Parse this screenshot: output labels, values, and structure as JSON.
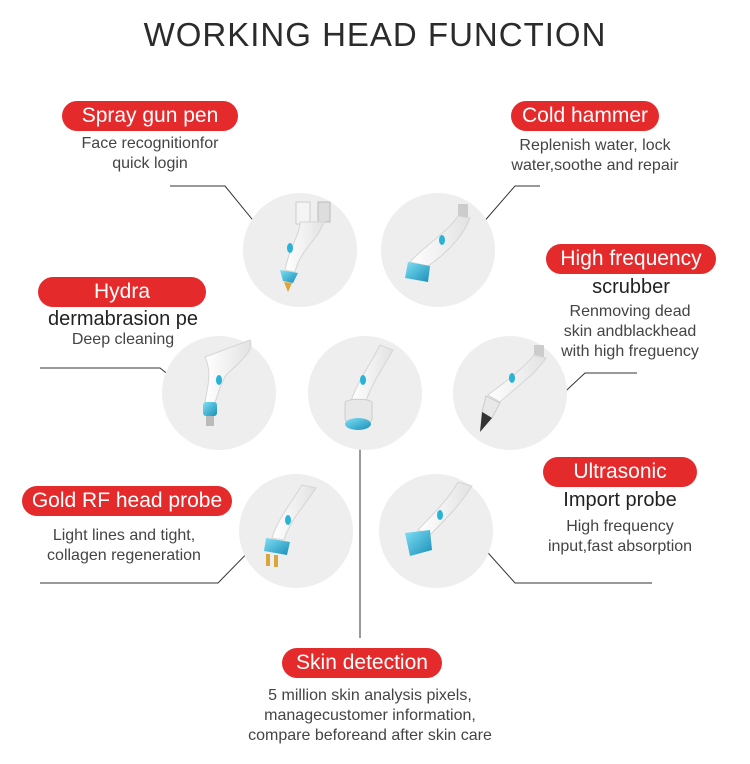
{
  "title": "WORKING HEAD FUNCTION",
  "colors": {
    "accent_red": "#e52a2c",
    "device_blue": "#2ab3d6",
    "circle_bg": "#eeeeee",
    "gold": "#d9a63b"
  },
  "items": [
    {
      "label": "Spray gun pen",
      "description": [
        "Face recognitionfor",
        "quick login"
      ]
    },
    {
      "label": "Cold hammer",
      "description": [
        "Replenish water, lock",
        "water,soothe and repair"
      ]
    },
    {
      "label": "High frequency",
      "subtitle": "scrubber",
      "description": [
        "Renmoving dead",
        "skin andblackhead",
        "with high freguency"
      ]
    },
    {
      "label": "Hydra",
      "subtitle": "dermabrasion pe",
      "description": [
        "Deep cleaning"
      ]
    },
    {
      "label": "Gold RF head probe",
      "description": [
        "Light lines and tight,",
        "collagen regeneration"
      ]
    },
    {
      "label": "Ultrasonic",
      "subtitle": "Import probe",
      "description": [
        "High frequency",
        "input,fast absorption"
      ]
    },
    {
      "label": "Skin detection",
      "description": [
        "5 million skin analysis pixels,",
        "managecustomer information,",
        "compare beforeand after skin care"
      ]
    }
  ]
}
